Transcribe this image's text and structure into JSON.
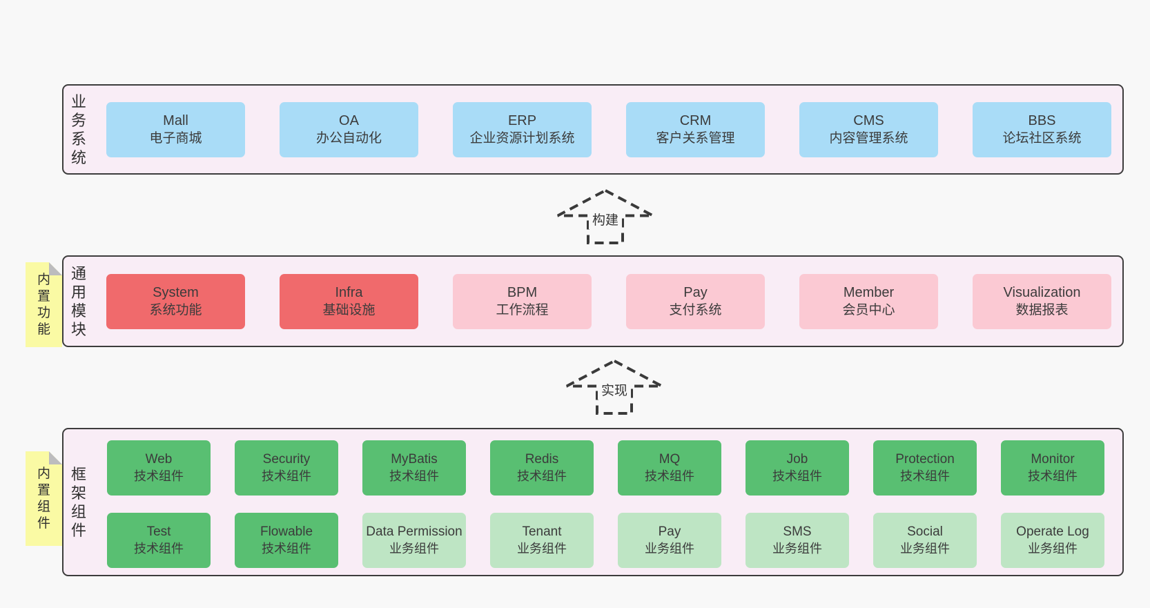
{
  "colors": {
    "page_bg": "#f8f8f8",
    "panel_bg": "#f9edf6",
    "panel_border": "#3c3c3c",
    "business_box": "#a9dcf7",
    "core_module_box": "#f06a6c",
    "optional_module_box": "#fbc9d3",
    "tech_component_box": "#59bf72",
    "biz_component_box": "#bee5c4",
    "sticky_note": "#fafaa4",
    "sticky_fold": "#bcbcbe"
  },
  "layers": {
    "business": {
      "label": "业务系统",
      "boxes": [
        {
          "name": "Mall",
          "desc": "电子商城"
        },
        {
          "name": "OA",
          "desc": "办公自动化"
        },
        {
          "name": "ERP",
          "desc": "企业资源计划系统"
        },
        {
          "name": "CRM",
          "desc": "客户关系管理"
        },
        {
          "name": "CMS",
          "desc": "内容管理系统"
        },
        {
          "name": "BBS",
          "desc": "论坛社区系统"
        }
      ]
    },
    "modules": {
      "label": "通用模块",
      "note": "内置功能",
      "boxes": [
        {
          "name": "System",
          "desc": "系统功能"
        },
        {
          "name": "Infra",
          "desc": "基础设施"
        },
        {
          "name": "BPM",
          "desc": "工作流程"
        },
        {
          "name": "Pay",
          "desc": "支付系统"
        },
        {
          "name": "Member",
          "desc": "会员中心"
        },
        {
          "name": "Visualization",
          "desc": "数据报表"
        }
      ]
    },
    "components": {
      "label": "框架组件",
      "note": "内置组件",
      "row1": [
        {
          "name": "Web",
          "desc": "技术组件"
        },
        {
          "name": "Security",
          "desc": "技术组件"
        },
        {
          "name": "MyBatis",
          "desc": "技术组件"
        },
        {
          "name": "Redis",
          "desc": "技术组件"
        },
        {
          "name": "MQ",
          "desc": "技术组件"
        },
        {
          "name": "Job",
          "desc": "技术组件"
        },
        {
          "name": "Protection",
          "desc": "技术组件"
        },
        {
          "name": "Monitor",
          "desc": "技术组件"
        }
      ],
      "row2": [
        {
          "name": "Test",
          "desc": "技术组件"
        },
        {
          "name": "Flowable",
          "desc": "技术组件"
        },
        {
          "name": "Data Permission",
          "desc": "业务组件"
        },
        {
          "name": "Tenant",
          "desc": "业务组件"
        },
        {
          "name": "Pay",
          "desc": "业务组件"
        },
        {
          "name": "SMS",
          "desc": "业务组件"
        },
        {
          "name": "Social",
          "desc": "业务组件"
        },
        {
          "name": "Operate Log",
          "desc": "业务组件"
        }
      ]
    }
  },
  "arrows": [
    {
      "label": "构建"
    },
    {
      "label": "实现"
    }
  ]
}
